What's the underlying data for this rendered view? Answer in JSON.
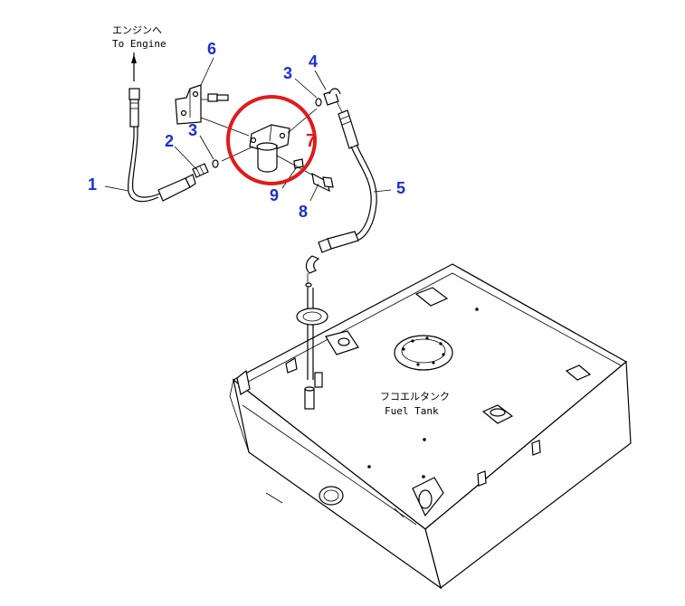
{
  "notes": {
    "engine_jp": "エンジンへ",
    "engine_en": "To Engine",
    "tank_jp": "フコエルタンク",
    "tank_en": "Fuel Tank"
  },
  "callouts": {
    "c1": "1",
    "c2": "2",
    "c3a": "3",
    "c3b": "3",
    "c4": "4",
    "c5": "5",
    "c6": "6",
    "c7": "7",
    "c8": "8",
    "c9": "9"
  },
  "highlight": {
    "color": "#e01b1b",
    "target": "7"
  },
  "callout_color": "#1a2fd0"
}
